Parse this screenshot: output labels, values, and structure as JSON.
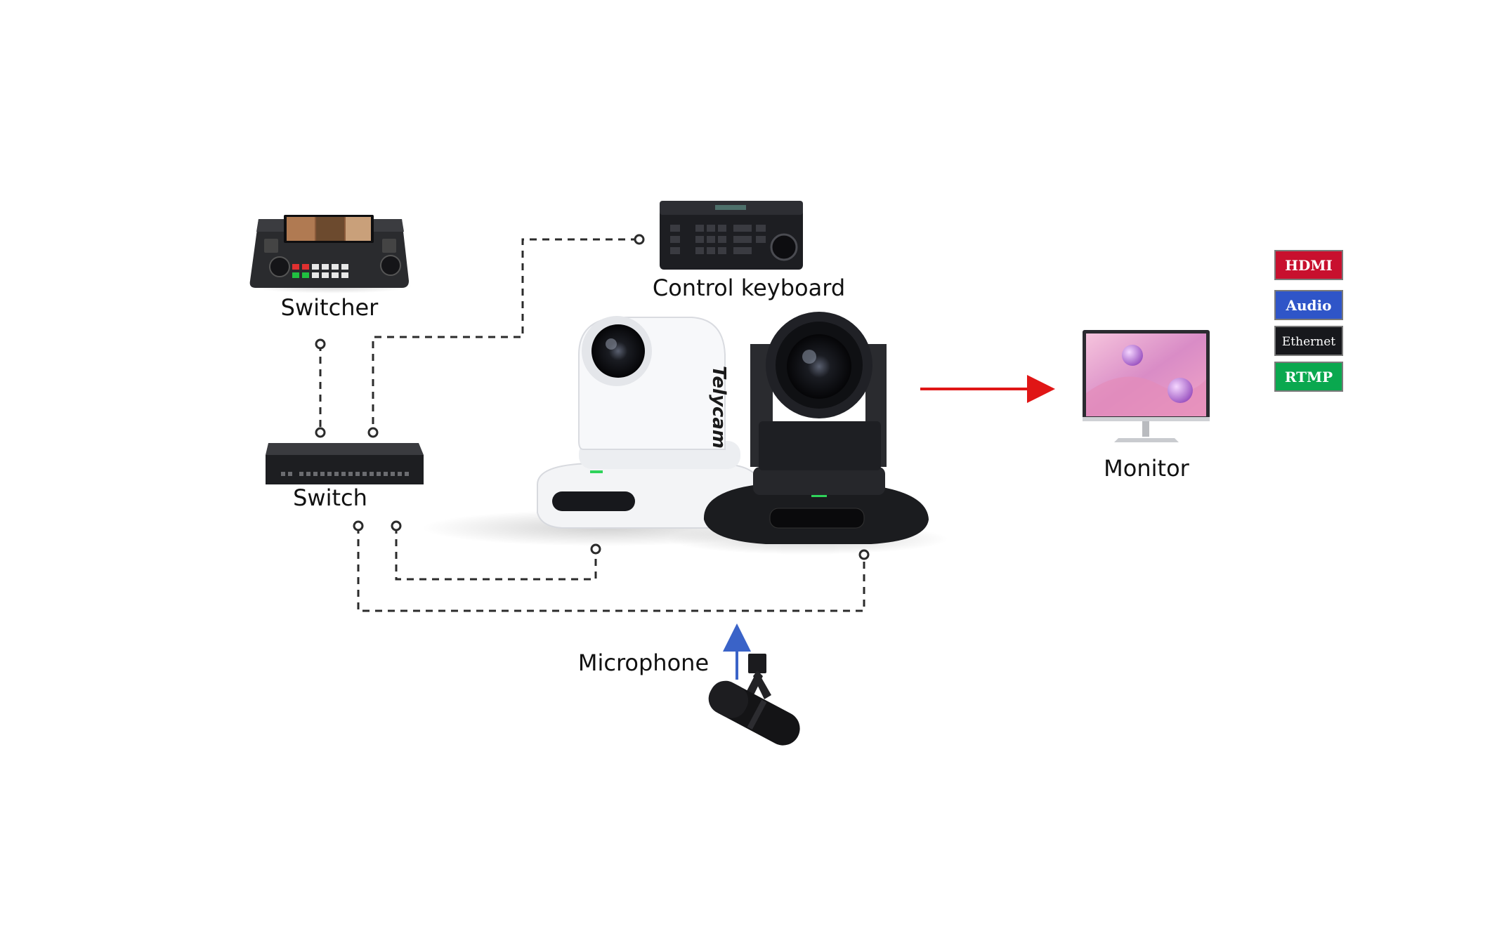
{
  "devices": {
    "switcher": {
      "label": "Switcher"
    },
    "control_keyboard": {
      "label": "Control keyboard"
    },
    "switch": {
      "label": "Switch"
    },
    "monitor": {
      "label": "Monitor"
    },
    "microphone": {
      "label": "Microphone"
    },
    "camera_white": {
      "brand_text": "Telycam"
    }
  },
  "legend": [
    {
      "label": "HDMI",
      "color": "#c8102e"
    },
    {
      "label": "Audio",
      "color": "#2f55c8"
    },
    {
      "label": "Ethernet",
      "color": "#17181c"
    },
    {
      "label": "RTMP",
      "color": "#0aa84f"
    }
  ],
  "colors": {
    "hdmi_arrow": "#e01616",
    "audio_arrow": "#3a63c8",
    "ethernet_line": "#2b2b2b"
  }
}
